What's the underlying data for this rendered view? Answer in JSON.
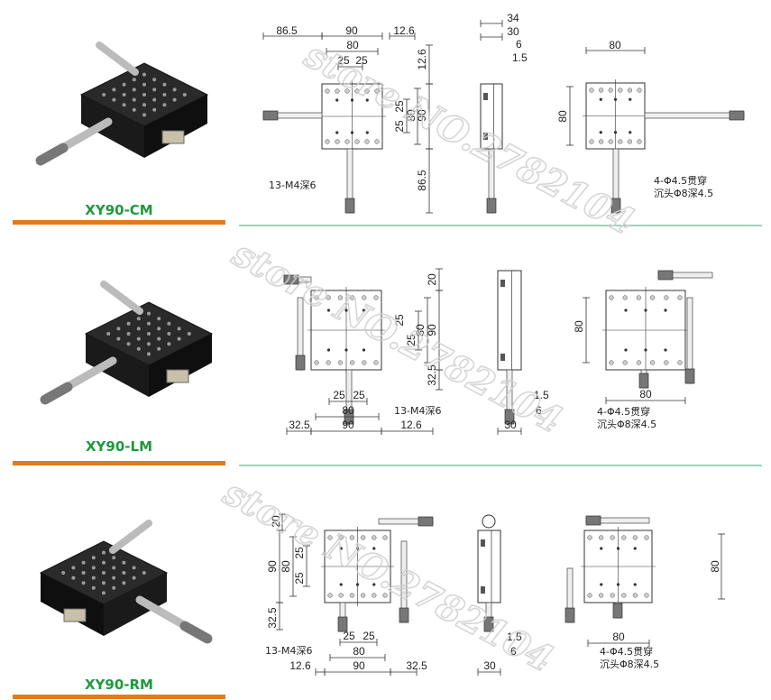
{
  "colors": {
    "model_label": "#1e9a3c",
    "underline": "#e07b1a",
    "divider": "#4aa37a",
    "plate": "#222222"
  },
  "watermark": "store NO.2782104",
  "rows": [
    {
      "model": "XY90-CM",
      "top": {
        "d1": "86.5",
        "d2": "90",
        "d3": "12.6",
        "d4": "80",
        "d5a": "25",
        "d5b": "25",
        "v1": "12.6",
        "v2": "90",
        "v3": "80",
        "v4a": "25",
        "v4b": "25",
        "v5": "86.5",
        "note": "13-M4深6"
      },
      "side": {
        "d1": "34",
        "d2": "30",
        "d3": "6",
        "d4": "1.5"
      },
      "bottom": {
        "d1": "80",
        "v1": "80",
        "note1": "4-Φ4.5贯穿",
        "note2": "沉头Φ8深4.5"
      }
    },
    {
      "model": "XY90-LM",
      "top": {
        "v1": "20",
        "v4a": "25",
        "v4b": "25",
        "v3": "80",
        "v2": "90",
        "v5": "32.5",
        "d5a": "25",
        "d5b": "25",
        "d4": "80",
        "note": "13-M4深6",
        "d1": "32.5",
        "d2": "90",
        "d3": "12.6"
      },
      "side": {
        "d4": "1.5",
        "d3": "6",
        "d2": "30"
      },
      "bottom": {
        "d1": "80",
        "v1": "80",
        "note1": "4-Φ4.5贯穿",
        "note2": "沉头Φ8深4.5"
      }
    },
    {
      "model": "XY90-RM",
      "top": {
        "v1": "20",
        "v2": "90",
        "v3": "80",
        "v4a": "25",
        "v4b": "25",
        "v5": "32.5",
        "d5a": "25",
        "d5b": "25",
        "d4": "80",
        "note": "13-M4深6",
        "d1": "12.6",
        "d2": "90",
        "d3": "32.5"
      },
      "side": {
        "d4": "1.5",
        "d3": "6",
        "d2": "30"
      },
      "bottom": {
        "d1": "80",
        "v1": "80",
        "note1": "4-Φ4.5贯穿",
        "note2": "沉头Φ8深4.5"
      }
    }
  ]
}
